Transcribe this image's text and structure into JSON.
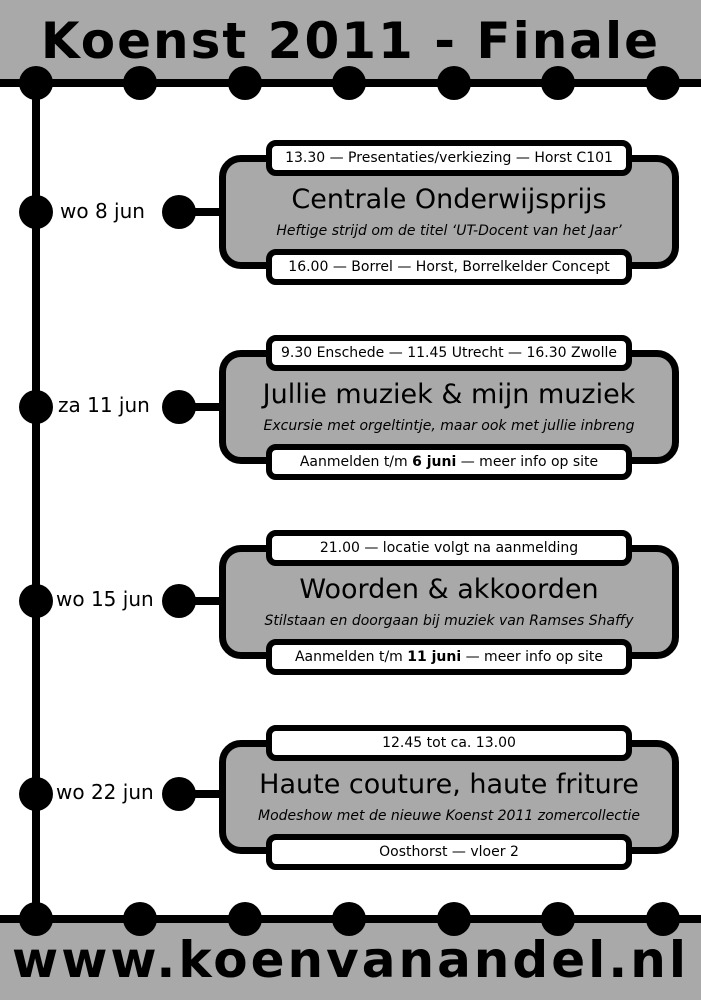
{
  "header": {
    "title": "Koenst 2011 - Finale"
  },
  "footer": {
    "url": "www.koenvanandel.nl"
  },
  "events": [
    {
      "date": "wo 8 jun",
      "top_info": "13.30 — Presentaties/verkiezing — Horst C101",
      "title": "Centrale Onderwijsprijs",
      "subtitle": "Heftige strijd om de titel ‘UT-Docent van het Jaar’",
      "bottom_info": "16.00 — Borrel — Horst, Borrelkelder Concept"
    },
    {
      "date": "za 11 jun",
      "top_info": "9.30 Enschede — 11.45 Utrecht — 16.30 Zwolle",
      "title": "Jullie muziek & mijn muziek",
      "subtitle": "Excursie met orgeltintje, maar ook met jullie inbreng",
      "bottom_info_pre": "Aanmelden t/m ",
      "bottom_info_bold": "6 juni",
      "bottom_info_post": " — meer info op site"
    },
    {
      "date": "wo 15 jun",
      "top_info": "21.00 — locatie volgt na aanmelding",
      "title": "Woorden & akkoorden",
      "subtitle": "Stilstaan en doorgaan bij muziek van Ramses Shaffy",
      "bottom_info_pre": "Aanmelden t/m ",
      "bottom_info_bold": "11 juni",
      "bottom_info_post": " — meer info op site"
    },
    {
      "date": "wo 22 jun",
      "top_info": "12.45 tot ca. 13.00",
      "title": "Haute couture, haute friture",
      "subtitle": "Modeshow met de nieuwe Koenst 2011 zomercollectie",
      "bottom_info": "Oosthorst — vloer 2"
    }
  ]
}
